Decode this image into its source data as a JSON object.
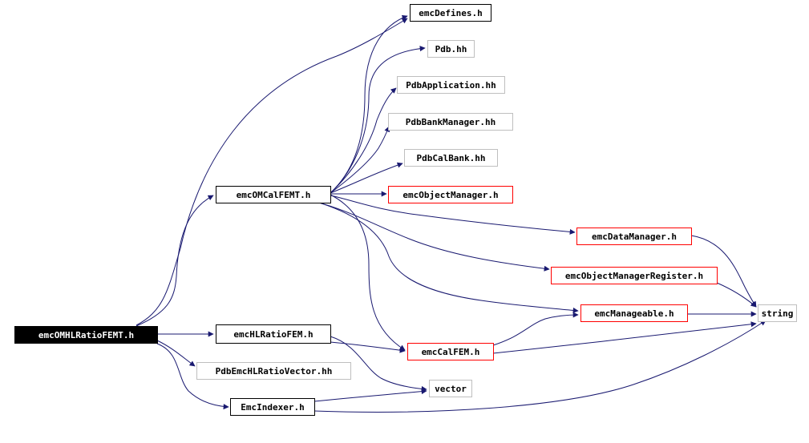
{
  "diagram": {
    "type": "include-dependency-graph",
    "edge_color": "#191970",
    "nodes": [
      {
        "id": "root",
        "label": "emcOMHLRatioFEMT.h",
        "style": "root",
        "fill": "#000000",
        "border": "#000000",
        "text_color": "#ffffff"
      },
      {
        "id": "emcOMCalFEMT",
        "label": "emcOMCalFEMT.h",
        "style": "documented",
        "border": "#000000"
      },
      {
        "id": "emcHLRatioFEM",
        "label": "emcHLRatioFEM.h",
        "style": "documented",
        "border": "#000000"
      },
      {
        "id": "PdbEmcHLRatioVector",
        "label": "PdbEmcHLRatioVector.hh",
        "style": "external",
        "border": "#bfbfbf"
      },
      {
        "id": "EmcIndexer",
        "label": "EmcIndexer.h",
        "style": "documented",
        "border": "#000000"
      },
      {
        "id": "emcDefines",
        "label": "emcDefines.h",
        "style": "documented",
        "border": "#000000"
      },
      {
        "id": "Pdb",
        "label": "Pdb.hh",
        "style": "external",
        "border": "#bfbfbf"
      },
      {
        "id": "PdbApplication",
        "label": "PdbApplication.hh",
        "style": "external",
        "border": "#bfbfbf"
      },
      {
        "id": "PdbBankManager",
        "label": "PdbBankManager.hh",
        "style": "external",
        "border": "#bfbfbf"
      },
      {
        "id": "PdbCalBank",
        "label": "PdbCalBank.hh",
        "style": "external",
        "border": "#bfbfbf"
      },
      {
        "id": "emcObjectManager",
        "label": "emcObjectManager.h",
        "style": "truncated",
        "border": "#ff0000"
      },
      {
        "id": "emcDataManager",
        "label": "emcDataManager.h",
        "style": "truncated",
        "border": "#ff0000"
      },
      {
        "id": "emcObjectManagerRegister",
        "label": "emcObjectManagerRegister.h",
        "style": "truncated",
        "border": "#ff0000"
      },
      {
        "id": "emcManageable",
        "label": "emcManageable.h",
        "style": "truncated",
        "border": "#ff0000"
      },
      {
        "id": "emcCalFEM",
        "label": "emcCalFEM.h",
        "style": "truncated",
        "border": "#ff0000"
      },
      {
        "id": "vector",
        "label": "vector",
        "style": "external",
        "border": "#bfbfbf"
      },
      {
        "id": "string",
        "label": "string",
        "style": "external",
        "border": "#bfbfbf"
      }
    ],
    "edges": [
      {
        "from": "root",
        "to": "emcOMCalFEMT"
      },
      {
        "from": "root",
        "to": "emcHLRatioFEM"
      },
      {
        "from": "root",
        "to": "PdbEmcHLRatioVector"
      },
      {
        "from": "root",
        "to": "EmcIndexer"
      },
      {
        "from": "root",
        "to": "emcDefines"
      },
      {
        "from": "emcOMCalFEMT",
        "to": "emcDefines"
      },
      {
        "from": "emcOMCalFEMT",
        "to": "Pdb"
      },
      {
        "from": "emcOMCalFEMT",
        "to": "PdbApplication"
      },
      {
        "from": "emcOMCalFEMT",
        "to": "PdbBankManager"
      },
      {
        "from": "emcOMCalFEMT",
        "to": "PdbCalBank"
      },
      {
        "from": "emcOMCalFEMT",
        "to": "emcObjectManager"
      },
      {
        "from": "emcOMCalFEMT",
        "to": "emcDataManager"
      },
      {
        "from": "emcOMCalFEMT",
        "to": "emcObjectManagerRegister"
      },
      {
        "from": "emcOMCalFEMT",
        "to": "emcManageable"
      },
      {
        "from": "emcOMCalFEMT",
        "to": "emcCalFEM"
      },
      {
        "from": "emcHLRatioFEM",
        "to": "emcCalFEM"
      },
      {
        "from": "emcHLRatioFEM",
        "to": "vector"
      },
      {
        "from": "emcCalFEM",
        "to": "emcManageable"
      },
      {
        "from": "emcCalFEM",
        "to": "string"
      },
      {
        "from": "emcDataManager",
        "to": "string"
      },
      {
        "from": "emcObjectManagerRegister",
        "to": "string"
      },
      {
        "from": "emcManageable",
        "to": "string"
      },
      {
        "from": "EmcIndexer",
        "to": "vector"
      },
      {
        "from": "EmcIndexer",
        "to": "string"
      }
    ]
  }
}
